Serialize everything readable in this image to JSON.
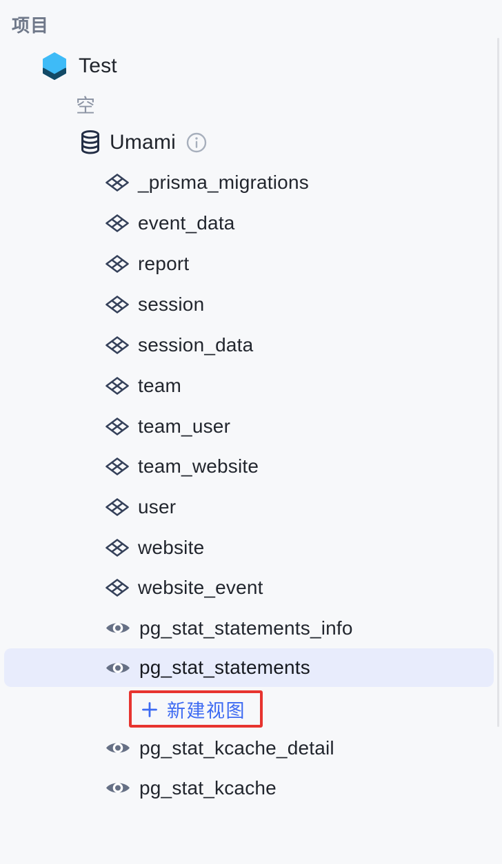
{
  "tree": {
    "header": "项目",
    "project": "Test",
    "empty_schema": "空",
    "database": "Umami",
    "tables": [
      "_prisma_migrations",
      "event_data",
      "report",
      "session",
      "session_data",
      "team",
      "team_user",
      "team_website",
      "user",
      "website",
      "website_event"
    ],
    "views": [
      "pg_stat_statements_info",
      "pg_stat_statements",
      "pg_stat_kcache_detail",
      "pg_stat_kcache"
    ],
    "selected_item": "pg_stat_statements",
    "new_view_button": {
      "plus": "+",
      "label": "新建视图"
    }
  },
  "icons": {
    "project": "hexagon-cube-icon",
    "database": "database-cylinder-icon",
    "table": "table-diamond-icon",
    "view": "eye-icon",
    "info": "info-circle-icon",
    "add": "plus-icon"
  },
  "colors": {
    "background": "#F7F8FA",
    "selected_row_bg": "#E8ECFC",
    "accent_blue": "#3D6AF2",
    "annotation_red": "#E7342F",
    "text_primary": "#20242B",
    "text_muted": "#8C94A4",
    "header_text": "#6F7889",
    "table_icon": "#35415A",
    "eye_icon": "#667085",
    "db_icon": "#232E45",
    "info_icon": "#A7AFBC",
    "project_icon_top": "#3EBBF7",
    "project_icon_bottom": "#134A66"
  }
}
